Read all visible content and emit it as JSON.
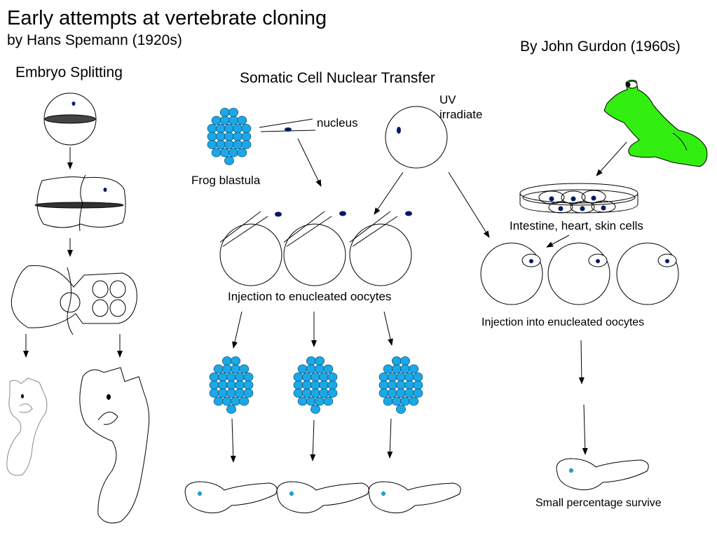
{
  "title": "Early attempts at vertebrate cloning",
  "subtitle": "by Hans Spemann (1920s)",
  "gurdon_heading": "By John Gurdon (1960s)",
  "embryo_splitting": "Embryo Splitting",
  "scnt": {
    "heading": "Somatic Cell Nuclear Transfer",
    "nucleus_label": "nucleus",
    "uv_line1": "UV",
    "uv_line2": "irradiate",
    "blastula_label": "Frog blastula",
    "injection_label": "Injection to enucleated oocytes"
  },
  "gurdon": {
    "cells_label": "Intestine, heart, skin cells",
    "injection_label": "Injection into enucleated oocytes",
    "result_label": "Small percentage survive"
  },
  "colors": {
    "blastula_cell": "#1aa8e6",
    "nucleus": "#001a66",
    "frog": "#33ee11",
    "tadpole_eye": "#1aa8e6",
    "yolk_band": "#444444"
  },
  "icons": [
    "frog-icon",
    "petri-dish-icon",
    "tadpole-icon",
    "oocyte-icon",
    "pipette-icon",
    "blastula-icon",
    "embryo-icon"
  ]
}
